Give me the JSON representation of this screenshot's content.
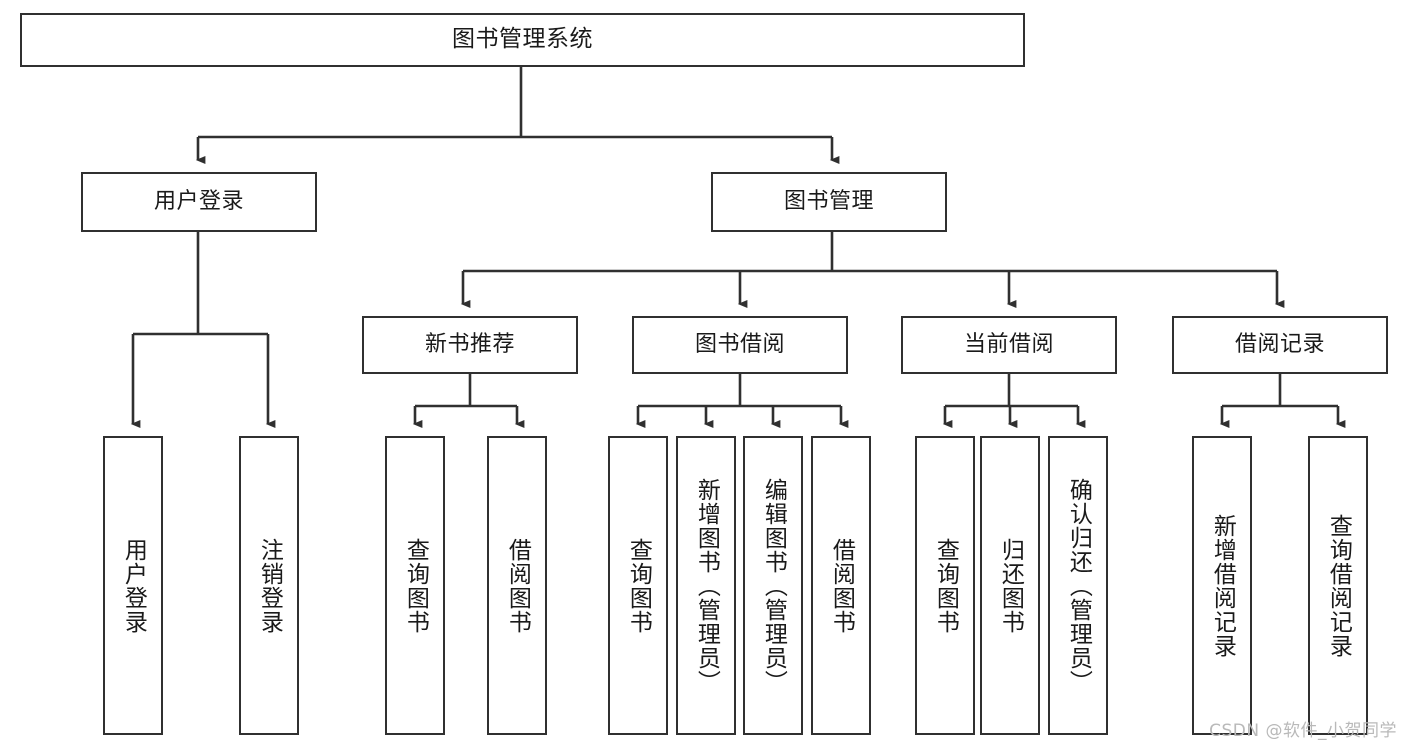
{
  "diagram": {
    "title": "图书管理系统",
    "type": "tree-hierarchy-chart",
    "watermark": "CSDN @软件_小贺同学",
    "colors": {
      "border": "#303030",
      "fill": "#ffffff",
      "text": "#1a1a1a",
      "edge": "#303030",
      "watermark": "#b9b9b9"
    },
    "nodes": {
      "root": {
        "label": "图书管理系统"
      },
      "level2": [
        {
          "id": "user-login",
          "label": "用户登录"
        },
        {
          "id": "book-management",
          "label": "图书管理"
        }
      ],
      "level3": [
        {
          "id": "new-book-recommend",
          "label": "新书推荐"
        },
        {
          "id": "book-borrow",
          "label": "图书借阅"
        },
        {
          "id": "current-borrow",
          "label": "当前借阅"
        },
        {
          "id": "borrow-record",
          "label": "借阅记录"
        }
      ],
      "leaves": {
        "user-login": [
          {
            "id": "leaf-user-login",
            "label": "用户登录"
          },
          {
            "id": "leaf-logout-login",
            "label": "注销登录"
          }
        ],
        "new-book-recommend": [
          {
            "id": "leaf-query-book-1",
            "label": "查询图书"
          },
          {
            "id": "leaf-borrow-book-1",
            "label": "借阅图书"
          }
        ],
        "book-borrow": [
          {
            "id": "leaf-query-book-2",
            "label": "查询图书"
          },
          {
            "id": "leaf-add-book",
            "label": "新增图书（管理员）"
          },
          {
            "id": "leaf-edit-book",
            "label": "编辑图书（管理员）"
          },
          {
            "id": "leaf-borrow-book-2",
            "label": "借阅图书"
          }
        ],
        "current-borrow": [
          {
            "id": "leaf-query-book-3",
            "label": "查询图书"
          },
          {
            "id": "leaf-return-book",
            "label": "归还图书"
          },
          {
            "id": "leaf-confirm-return",
            "label": "确认归还（管理员）"
          }
        ],
        "borrow-record": [
          {
            "id": "leaf-add-record",
            "label": "新增借阅记录"
          },
          {
            "id": "leaf-query-record",
            "label": "查询借阅记录"
          }
        ]
      }
    }
  }
}
